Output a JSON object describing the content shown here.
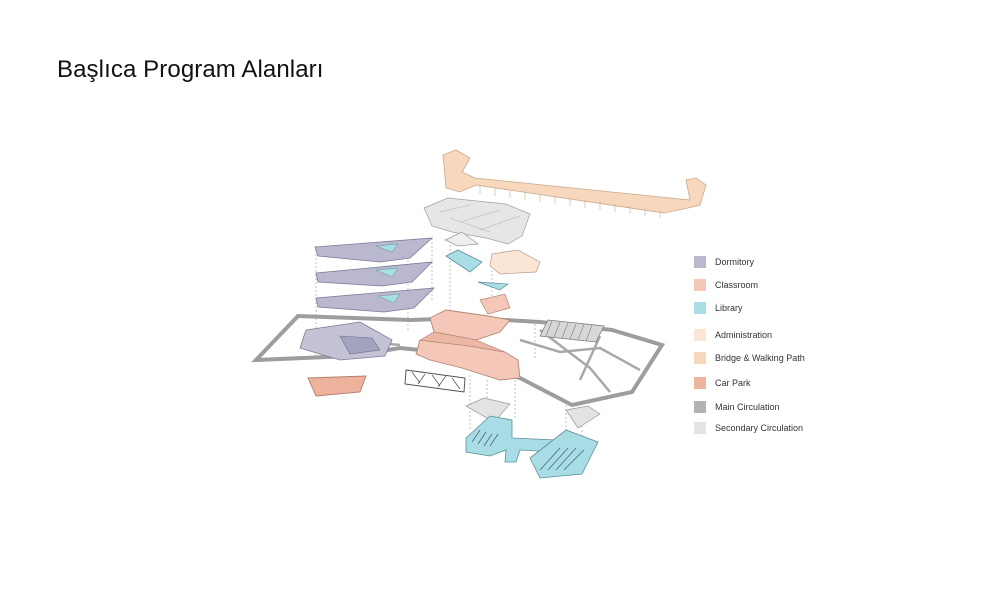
{
  "slide": {
    "title": "Başlıca Program Alanları"
  },
  "legend": {
    "items": [
      {
        "key": "dormitory",
        "label": "Dormitory",
        "color": "#b9b8cf"
      },
      {
        "key": "classroom",
        "label": "Classroom",
        "color": "#f4c7b8"
      },
      {
        "key": "library",
        "label": "Library",
        "color": "#a9dde6"
      },
      {
        "key": "administration",
        "label": "Administration",
        "color": "#fbe6d6"
      },
      {
        "key": "bridge",
        "label": "Bridge & Walking Path",
        "color": "#f7d8bd"
      },
      {
        "key": "carpark",
        "label": "Car Park",
        "color": "#eeb39d"
      },
      {
        "key": "main-circulation",
        "label": "Main Circulation",
        "color": "#b3b3b3"
      },
      {
        "key": "secondary-circulation",
        "label": "Secondary Circulation",
        "color": "#e3e3e3"
      }
    ]
  }
}
